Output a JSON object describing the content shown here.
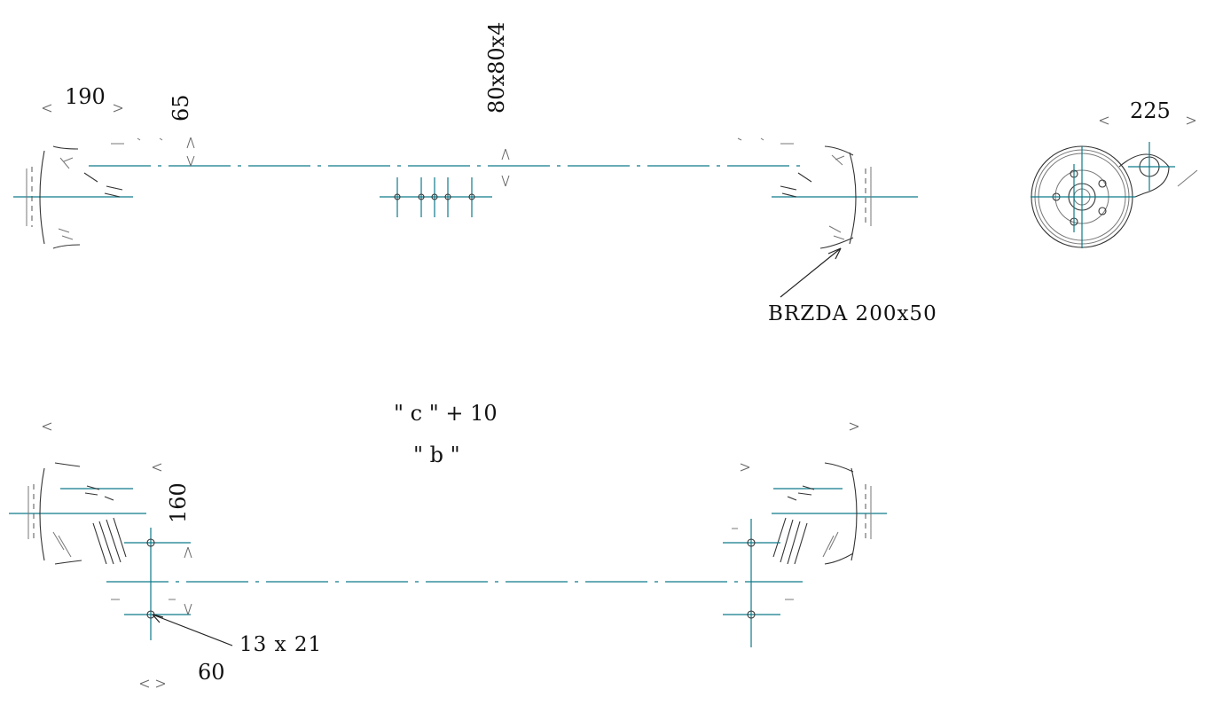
{
  "dimensions": {
    "hub_width": "190",
    "tube_offset": "65",
    "tube_profile": "80x80x4",
    "wheel_diameter": "225",
    "spring_height": "160",
    "bolt_spacing": "60",
    "track_total": "\" c \" + 10",
    "track_inner": "\" b \""
  },
  "labels": {
    "brake": "BRZDA  200x50",
    "hole_size": "13 x 21"
  }
}
